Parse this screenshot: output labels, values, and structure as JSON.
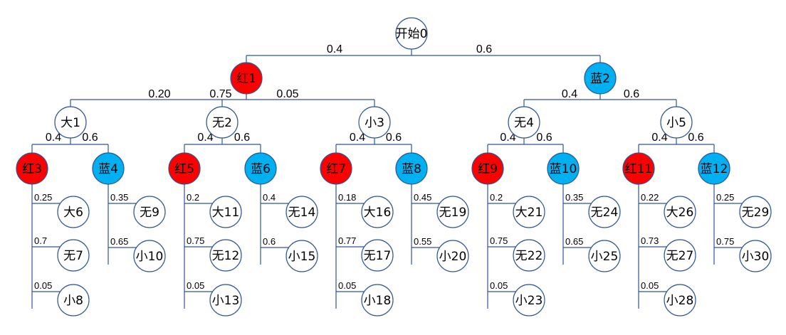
{
  "colors": {
    "red": "#ff0000",
    "blue": "#00b0f0",
    "white": "#ffffff",
    "line": "#2f5597"
  },
  "root": {
    "label": "开始0",
    "color": "white"
  },
  "level1": [
    {
      "label": "红1",
      "color": "red",
      "prob": "0.4"
    },
    {
      "label": "蓝2",
      "color": "blue",
      "prob": "0.6"
    }
  ],
  "level2": [
    {
      "label": "大1",
      "color": "white",
      "prob": "0.20"
    },
    {
      "label": "无2",
      "color": "white",
      "prob": "0.75"
    },
    {
      "label": "小3",
      "color": "white",
      "prob": "0.05"
    },
    {
      "label": "无4",
      "color": "white",
      "prob": "0.4"
    },
    {
      "label": "小5",
      "color": "white",
      "prob": "0.6"
    }
  ],
  "level3": [
    {
      "label": "红3",
      "color": "red",
      "prob": "0.4"
    },
    {
      "label": "蓝4",
      "color": "blue",
      "prob": "0.6"
    },
    {
      "label": "红5",
      "color": "red",
      "prob": "0.4"
    },
    {
      "label": "蓝6",
      "color": "blue",
      "prob": "0.6"
    },
    {
      "label": "红7",
      "color": "red",
      "prob": "0.4"
    },
    {
      "label": "蓝8",
      "color": "blue",
      "prob": "0.6"
    },
    {
      "label": "红9",
      "color": "red",
      "prob": "0.4"
    },
    {
      "label": "蓝10",
      "color": "blue",
      "prob": "0.6"
    },
    {
      "label": "红11",
      "color": "red",
      "prob": "0.4"
    },
    {
      "label": "蓝12",
      "color": "blue",
      "prob": "0.6"
    }
  ],
  "leaves": [
    [
      {
        "label": "大6",
        "prob": "0.25"
      },
      {
        "label": "无7",
        "prob": "0.7"
      },
      {
        "label": "小8",
        "prob": "0.05"
      }
    ],
    [
      {
        "label": "无9",
        "prob": "0.35"
      },
      {
        "label": "小10",
        "prob": "0.65"
      }
    ],
    [
      {
        "label": "大11",
        "prob": "0.2"
      },
      {
        "label": "无12",
        "prob": "0.75"
      },
      {
        "label": "小13",
        "prob": "0.05"
      }
    ],
    [
      {
        "label": "无14",
        "prob": "0.4"
      },
      {
        "label": "小15",
        "prob": "0.6"
      }
    ],
    [
      {
        "label": "大16",
        "prob": "0.18"
      },
      {
        "label": "无17",
        "prob": "0.77"
      },
      {
        "label": "小18",
        "prob": "0.05"
      }
    ],
    [
      {
        "label": "无19",
        "prob": "0.45"
      },
      {
        "label": "小20",
        "prob": "0.55"
      }
    ],
    [
      {
        "label": "大21",
        "prob": "0.2"
      },
      {
        "label": "无22",
        "prob": "0.75"
      },
      {
        "label": "小23",
        "prob": "0.05"
      }
    ],
    [
      {
        "label": "无24",
        "prob": "0.35"
      },
      {
        "label": "小25",
        "prob": "0.65"
      }
    ],
    [
      {
        "label": "大26",
        "prob": "0.22"
      },
      {
        "label": "无27",
        "prob": "0.73"
      },
      {
        "label": "小28",
        "prob": "0.05"
      }
    ],
    [
      {
        "label": "无29",
        "prob": "0.25"
      },
      {
        "label": "小30",
        "prob": "0.75"
      }
    ]
  ]
}
